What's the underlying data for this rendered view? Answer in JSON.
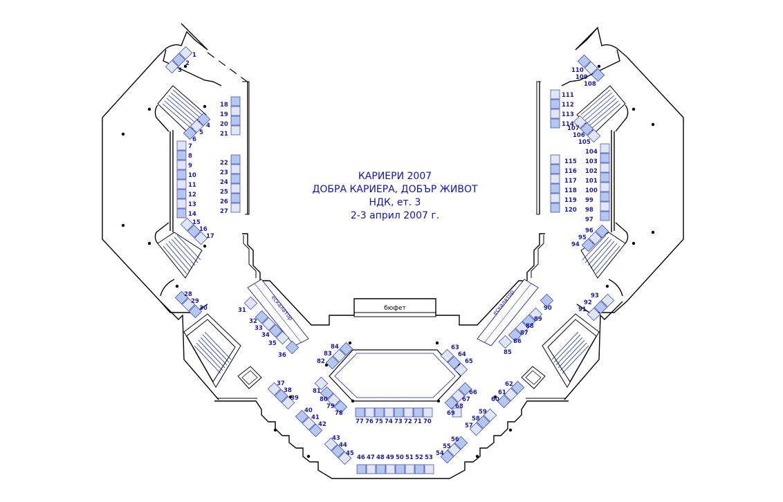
{
  "event": {
    "title_line1": "КАРИЕРИ 2007",
    "title_line2": "ДОБРА КАРИЕРА, ДОБЪР ЖИВОТ",
    "title_line3": "НДК, ет. 3",
    "title_line4": "2-3 април 2007 г."
  },
  "labels": {
    "bufet": "бюфет",
    "escalator_left": "ескалатор",
    "escalator_right": "ескалатор"
  },
  "colors": {
    "booth_fill": "#b4c8ee",
    "booth_fill_alt": "#dfe6f6",
    "text_blue": "#1a1a9c"
  },
  "booths": [
    "1",
    "2",
    "3",
    "4",
    "5",
    "6",
    "7",
    "8",
    "9",
    "10",
    "11",
    "12",
    "13",
    "14",
    "15",
    "16",
    "17",
    "18",
    "19",
    "20",
    "21",
    "22",
    "23",
    "24",
    "25",
    "26",
    "27",
    "28",
    "29",
    "30",
    "31",
    "32",
    "33",
    "34",
    "35",
    "36",
    "37",
    "38",
    "39",
    "40",
    "41",
    "42",
    "43",
    "44",
    "45",
    "46",
    "47",
    "48",
    "49",
    "50",
    "51",
    "52",
    "53",
    "54",
    "55",
    "56",
    "57",
    "58",
    "59",
    "60",
    "61",
    "62",
    "63",
    "64",
    "65",
    "66",
    "67",
    "68",
    "69",
    "70",
    "71",
    "72",
    "73",
    "74",
    "75",
    "76",
    "77",
    "78",
    "79",
    "80",
    "81",
    "82",
    "83",
    "84",
    "85",
    "86",
    "87",
    "88",
    "89",
    "90",
    "91",
    "92",
    "93",
    "94",
    "95",
    "96",
    "97",
    "98",
    "99",
    "100",
    "101",
    "102",
    "103",
    "104",
    "105",
    "106",
    "107",
    "108",
    "109",
    "110",
    "111",
    "112",
    "113",
    "114",
    "115",
    "116",
    "117",
    "118",
    "119",
    "120"
  ]
}
